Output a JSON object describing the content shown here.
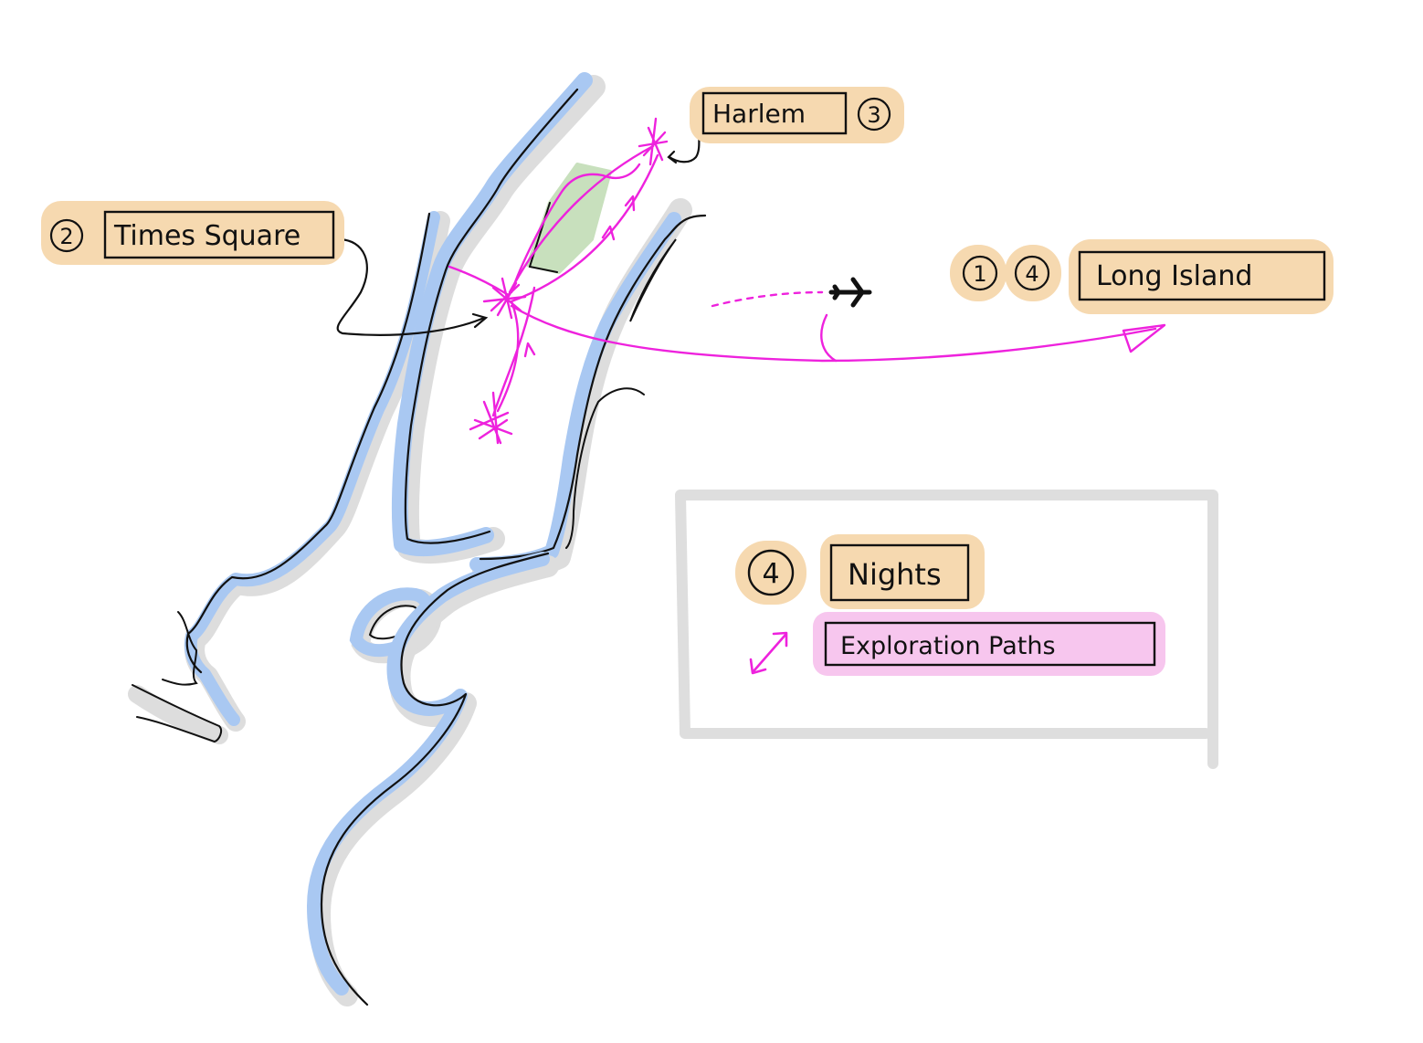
{
  "labels": {
    "times_square": "Times Square",
    "harlem": "Harlem",
    "long_island": "Long Island"
  },
  "night_counts": {
    "times_square": "2",
    "harlem": "3",
    "long_island_a": "1",
    "long_island_b": "4"
  },
  "legend": {
    "nights_count": "4",
    "nights_label": "Nights",
    "paths_label": "Exploration Paths"
  },
  "icons": {
    "airplane": "airplane-icon",
    "legend_arrow": "double-arrow-icon"
  },
  "colors": {
    "water": "#a9c8f2",
    "shadow": "#dddddd",
    "ink": "#111111",
    "highlight_orange": "#f6d9b0",
    "path_magenta": "#ee22dd",
    "highlight_pink": "#f7c6ee",
    "park_green": "#c8e0bd",
    "legend_frame": "#dedede"
  }
}
